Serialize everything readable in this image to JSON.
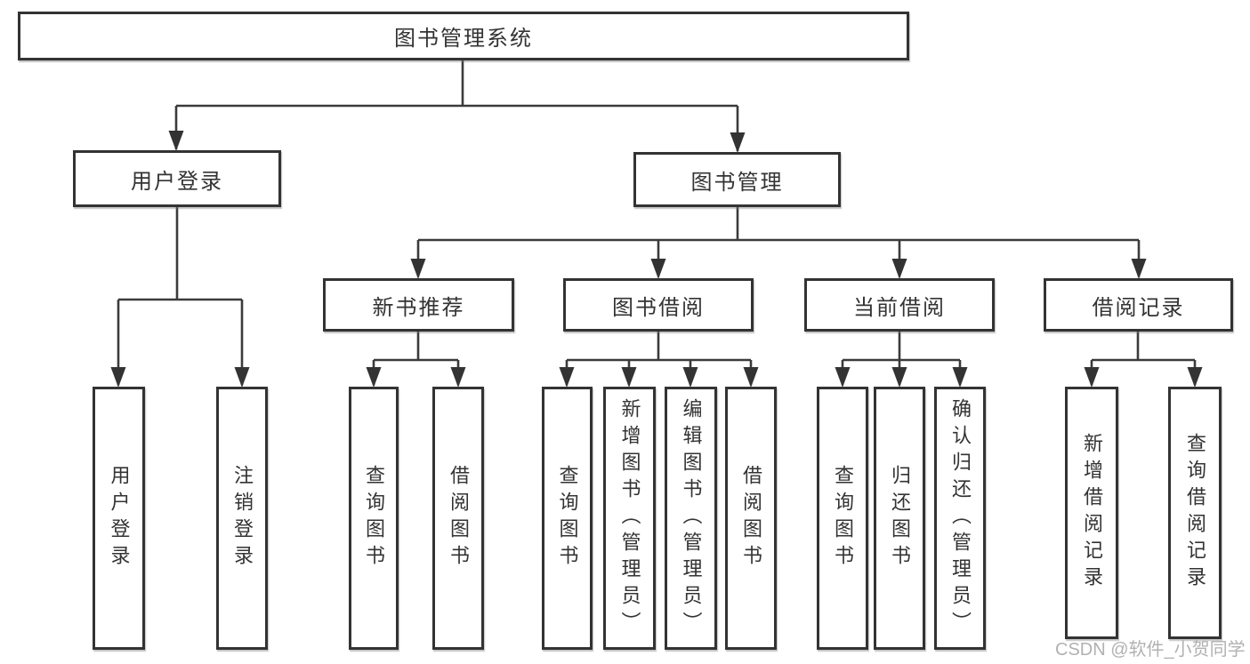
{
  "diagram": {
    "root": {
      "label": "图书管理系统"
    },
    "branches": [
      {
        "label": "用户登录",
        "children": [
          {
            "label": "用户登录"
          },
          {
            "label": "注销登录"
          }
        ]
      },
      {
        "label": "图书管理",
        "children": [
          {
            "label": "新书推荐",
            "children": [
              {
                "label": "查询图书"
              },
              {
                "label": "借阅图书"
              }
            ]
          },
          {
            "label": "图书借阅",
            "children": [
              {
                "label": "查询图书"
              },
              {
                "label": "新增图书（管理员）"
              },
              {
                "label": "编辑图书（管理员）"
              },
              {
                "label": "借阅图书"
              }
            ]
          },
          {
            "label": "当前借阅",
            "children": [
              {
                "label": "查询图书"
              },
              {
                "label": "归还图书"
              },
              {
                "label": "确认归还（管理员）"
              }
            ]
          },
          {
            "label": "借阅记录",
            "children": [
              {
                "label": "新增借阅记录"
              },
              {
                "label": "查询借阅记录"
              }
            ]
          }
        ]
      }
    ],
    "watermark": "CSDN @软件_小贺同学",
    "colors": {
      "line": "#3b3b3b",
      "box_border": "#333333",
      "text": "#333333",
      "watermark": "#a8a8aa",
      "background": "#ffffff"
    }
  }
}
